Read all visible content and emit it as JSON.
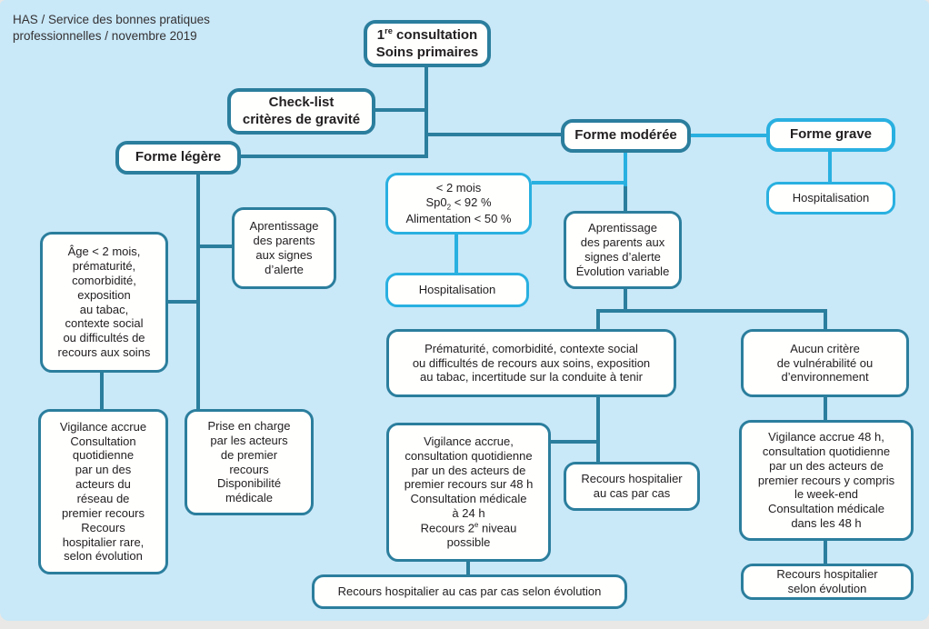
{
  "colors": {
    "dark": "#2b7e9d",
    "cyan": "#29b0e0",
    "background": "#c9e8f8",
    "page": "#e9e8e6",
    "box_fill": "#ffffff",
    "text": "#232021"
  },
  "header": {
    "note": "HAS / Service des bonnes pratiques\nprofessionnelles / novembre 2019"
  },
  "nodes": {
    "consultation": {
      "line1_pre": "1",
      "line1_sup": "re",
      "line1_post": " consultation",
      "line2": "Soins primaires"
    },
    "checklist": {
      "label": "Check-list\ncritères de gravité"
    },
    "forme_legere": {
      "label": "Forme légère"
    },
    "forme_moderee": {
      "label": "Forme modérée"
    },
    "forme_grave": {
      "label": "Forme grave"
    },
    "hosp_grave": {
      "label": "Hospitalisation"
    },
    "criteria_moderee": {
      "line1": "< 2 mois",
      "sp_pre": "Sp0",
      "sp_sub": "2",
      "sp_post": " < 92 %",
      "line3": "Alimentation < 50 %"
    },
    "hosp_moderee": {
      "label": "Hospitalisation"
    },
    "apprentissage_left": {
      "label": "Aprentissage\ndes parents\naux signes\nd’alerte"
    },
    "age": {
      "label": "Âge < 2 mois,\nprématurité,\ncomorbidité,\nexposition\nau tabac,\ncontexte social\nou difficultés de\nrecours aux soins"
    },
    "apprentissage_mid": {
      "label": "Aprentissage\ndes parents aux\nsignes d’alerte\nÉvolution variable"
    },
    "prematurite": {
      "label": "Prématurité, comorbidité, contexte social\nou difficultés de recours aux soins, exposition\nau tabac, incertitude sur la conduite à tenir"
    },
    "aucun_critere": {
      "label": "Aucun critère\nde vulnérabilité ou\nd’environnement"
    },
    "vigilance_left": {
      "label": "Vigilance accrue\nConsultation\nquotidienne\npar un des\nacteurs du\nréseau de\npremier recours\nRecours\nhospitalier rare,\nselon évolution"
    },
    "prise_en_charge": {
      "label": "Prise en charge\npar les acteurs\nde premier\nrecours\nDisponibilité\nmédicale"
    },
    "vigilance_mid": {
      "before": "Vigilance accrue,\nconsultation quotidienne\npar un des acteurs de\npremier recours sur 48 h\nConsultation médicale\nà 24 h",
      "r2_pre": "Recours 2",
      "r2_sup": "e",
      "r2_post": " niveau",
      "last": "possible"
    },
    "recours_cas": {
      "label": "Recours hospitalier\nau cas par cas"
    },
    "vigilance_right": {
      "label": "Vigilance accrue 48 h,\nconsultation quotidienne\npar un des acteurs de\npremier recours y compris\nle week-end\nConsultation médicale\ndans les 48 h"
    },
    "recours_bottom": {
      "label": "Recours hospitalier au cas par cas selon évolution"
    },
    "recours_right": {
      "label": "Recours hospitalier\nselon évolution"
    }
  }
}
